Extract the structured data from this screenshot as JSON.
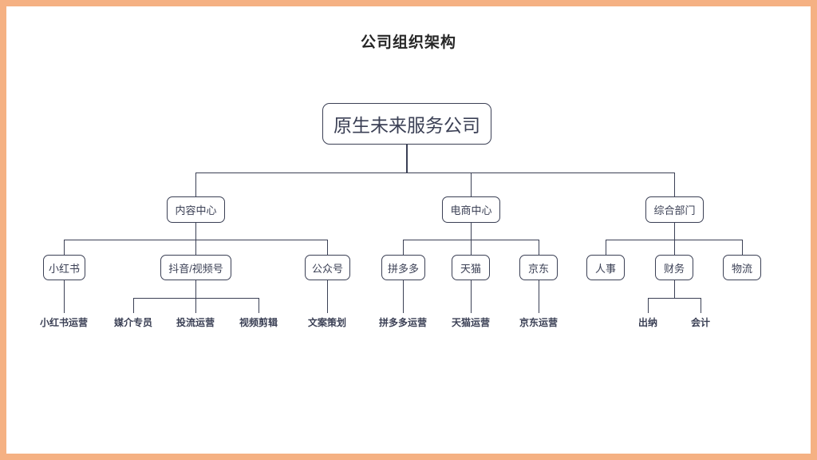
{
  "slide": {
    "title": "公司组织架构",
    "frame_color": "#F5B183",
    "line_color": "#3B4055",
    "background": "#FFFFFF"
  },
  "org": {
    "root": {
      "label": "原生未来服务公司"
    },
    "divisions": [
      {
        "label": "内容中心",
        "units": [
          {
            "label": "小红书",
            "roles": [
              "小红书运营"
            ]
          },
          {
            "label": "抖音/视频号",
            "roles": [
              "媒介专员",
              "投流运营",
              "视频剪辑"
            ]
          },
          {
            "label": "公众号",
            "roles": [
              "文案策划"
            ]
          }
        ]
      },
      {
        "label": "电商中心",
        "units": [
          {
            "label": "拼多多",
            "roles": [
              "拼多多运营"
            ]
          },
          {
            "label": "天猫",
            "roles": [
              "天猫运营"
            ]
          },
          {
            "label": "京东",
            "roles": [
              "京东运营"
            ]
          }
        ]
      },
      {
        "label": "综合部门",
        "units": [
          {
            "label": "人事",
            "roles": []
          },
          {
            "label": "财务",
            "roles": [
              "出纳",
              "会计"
            ]
          },
          {
            "label": "物流",
            "roles": []
          }
        ]
      }
    ]
  }
}
